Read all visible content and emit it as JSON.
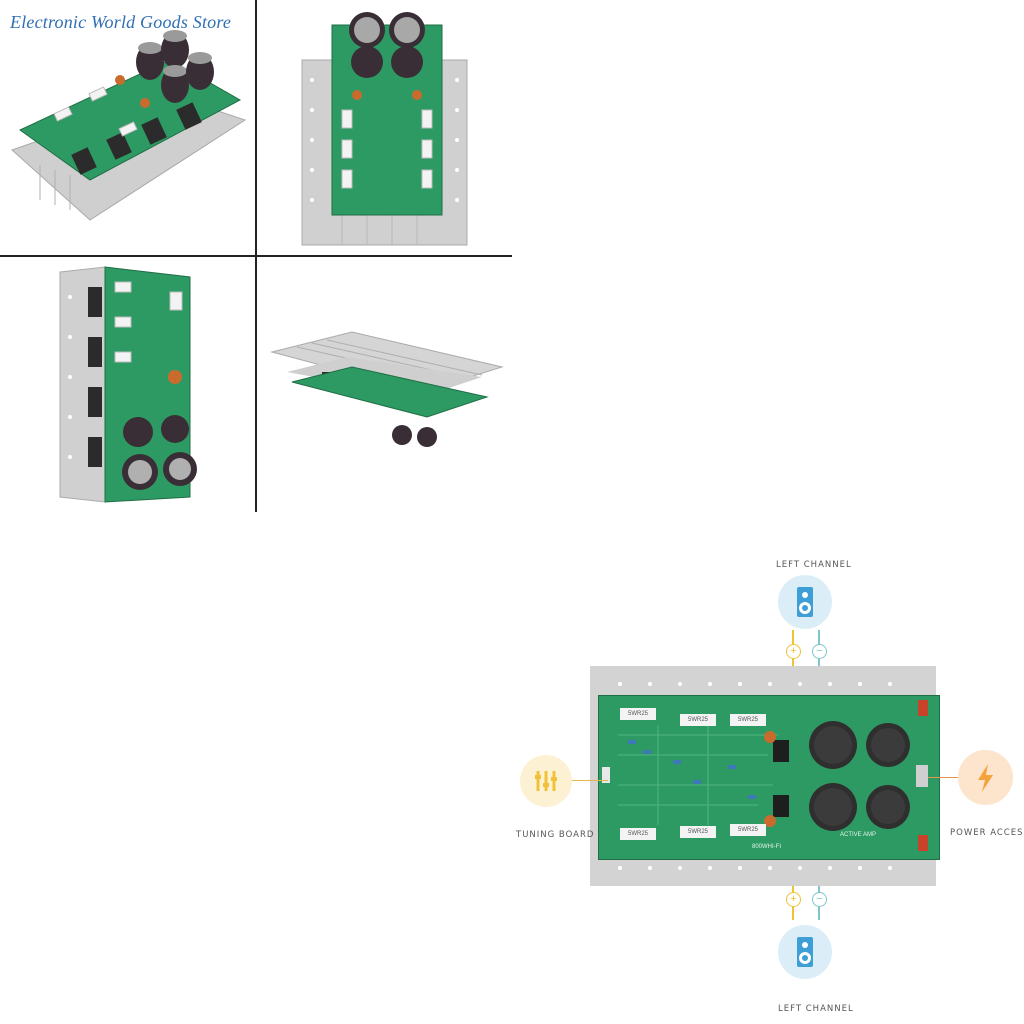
{
  "store_name": "Electronic World Goods Store",
  "labels": {
    "left_channel_top": "LEFT CHANNEL",
    "left_channel_bottom": "LEFT CHANNEL",
    "tuning_board": "TUNING BOARD",
    "power_access": "POWER ACCESS"
  },
  "board_text": {
    "resistors": [
      "5WR25",
      "5WR25",
      "5WR25",
      "5WR25",
      "5WR25",
      "5WR25"
    ],
    "model": "800WHI-FI",
    "brand": "ACTIVE AMP"
  },
  "colors": {
    "pcb": "#2e9a63",
    "heatsink": "#c9c9c9",
    "accent_yellow": "#f0c23a",
    "accent_teal": "#7fc6cc",
    "accent_orange": "#f4a23c",
    "speaker_blue": "#3d9fd6",
    "store_text": "#2f6fb3"
  },
  "icons": {
    "speaker": "speaker-icon",
    "tuning": "tuning-sliders-icon",
    "power": "lightning-bolt-icon",
    "plus": "plus-sign-icon",
    "minus": "minus-sign-icon"
  }
}
